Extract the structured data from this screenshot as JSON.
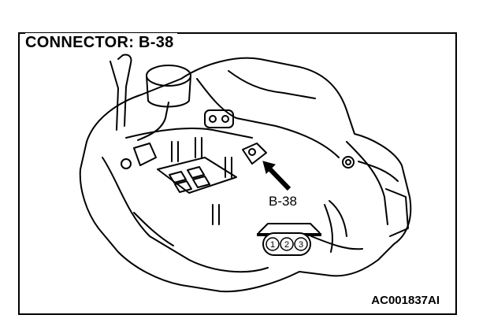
{
  "diagram": {
    "title": "CONNECTOR: B-38",
    "callout_label": "B-38",
    "pins": [
      "1",
      "2",
      "3"
    ],
    "figure_code": "AC001837AI",
    "line_color": "#000000",
    "background_color": "#ffffff"
  }
}
